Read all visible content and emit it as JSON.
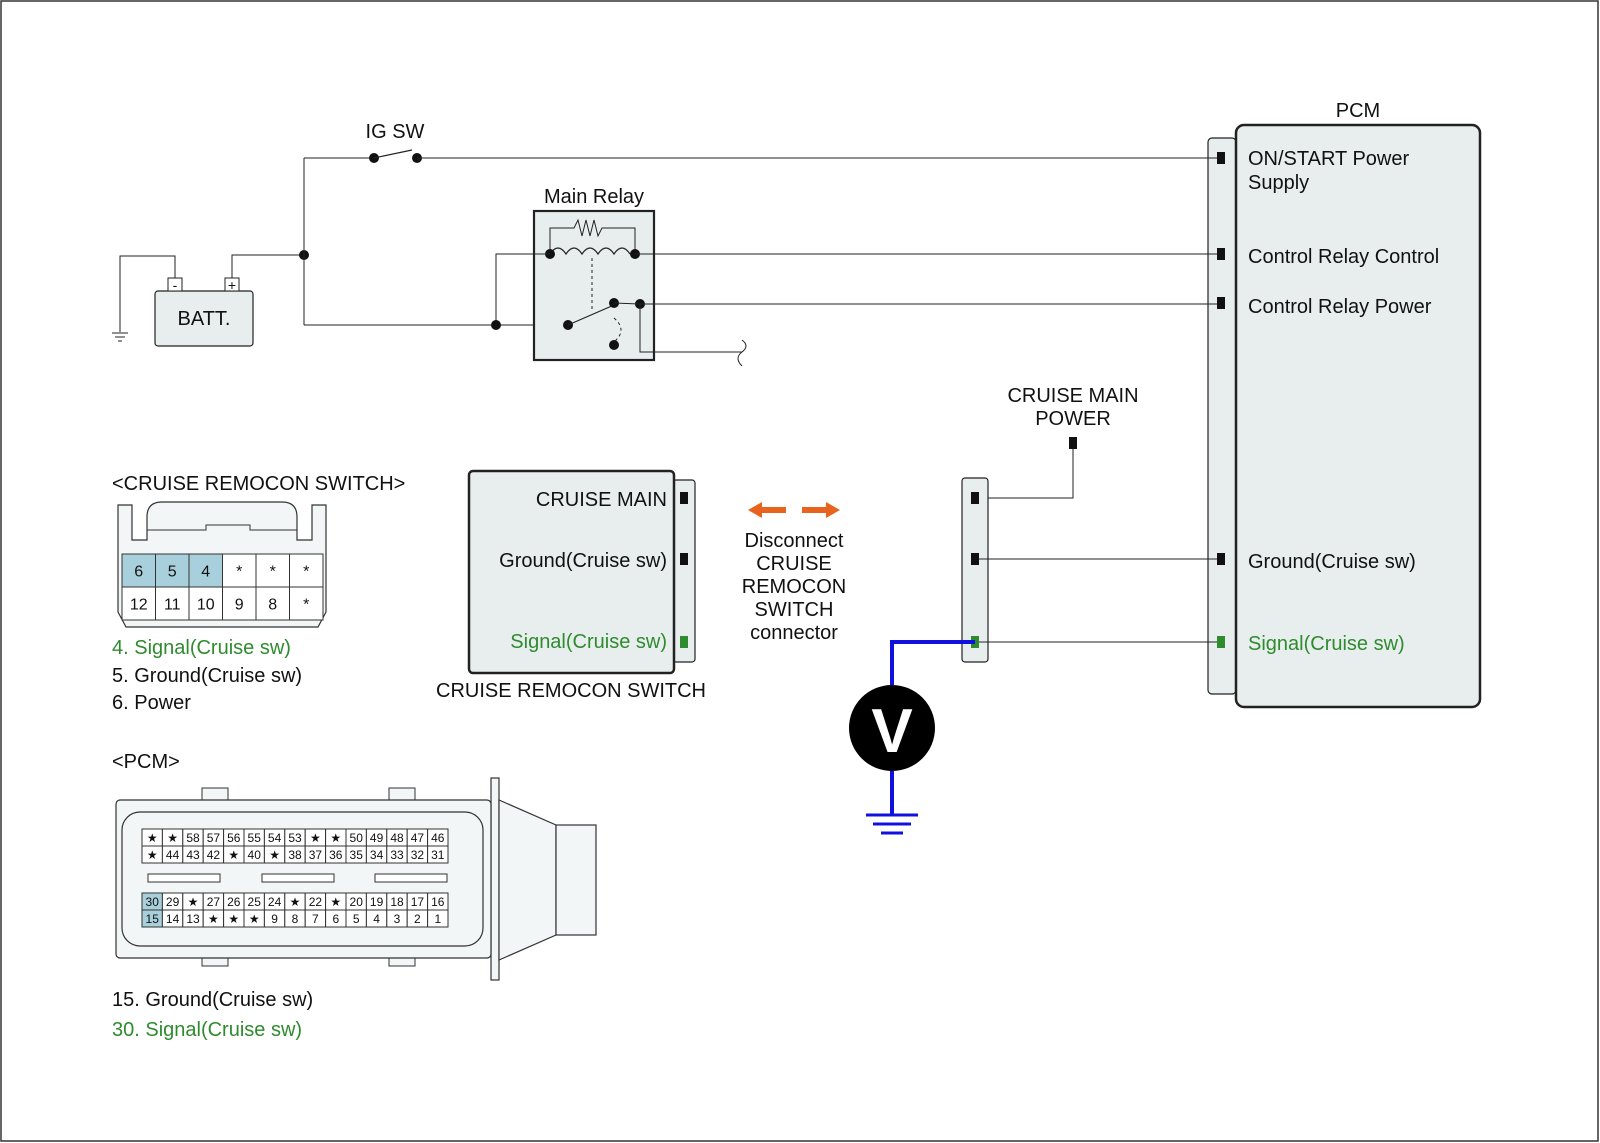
{
  "pcm_label": "PCM",
  "ig_sw": "IG SW",
  "main_relay": "Main Relay",
  "batt": "BATT.",
  "batt_minus": "-",
  "batt_plus": "+",
  "pcm_pins": {
    "on_start_1": "ON/START Power",
    "on_start_2": "Supply",
    "relay_control": "Control Relay Control",
    "relay_power": "Control Relay Power",
    "ground": "Ground(Cruise sw)",
    "signal": "Signal(Cruise sw)"
  },
  "cruise_main_power_1": "CRUISE MAIN",
  "cruise_main_power_2": "POWER",
  "switch_box": {
    "main": "CRUISE MAIN",
    "ground": "Ground(Cruise sw)",
    "signal": "Signal(Cruise sw)",
    "caption": "CRUISE REMOCON SWITCH"
  },
  "disconnect": [
    "Disconnect",
    "CRUISE",
    "REMOCON",
    "SWITCH",
    "connector"
  ],
  "voltmeter": "V",
  "remocon_connector": {
    "title": "<CRUISE REMOCON SWITCH>",
    "row1": [
      "6",
      "5",
      "4",
      "*",
      "*",
      "*"
    ],
    "row2": [
      "12",
      "11",
      "10",
      "9",
      "8",
      "*"
    ],
    "highlight": [
      "6",
      "5",
      "4"
    ],
    "legend": [
      "4. Signal(Cruise sw)",
      "5. Ground(Cruise sw)",
      "6. Power"
    ]
  },
  "pcm_connector": {
    "title": "<PCM>",
    "row1": [
      "★",
      "★",
      "58",
      "57",
      "56",
      "55",
      "54",
      "53",
      "★",
      "★",
      "50",
      "49",
      "48",
      "47",
      "46"
    ],
    "row2": [
      "★",
      "44",
      "43",
      "42",
      "★",
      "40",
      "★",
      "38",
      "37",
      "36",
      "35",
      "34",
      "33",
      "32",
      "31"
    ],
    "row3": [
      "30",
      "29",
      "★",
      "27",
      "26",
      "25",
      "24",
      "★",
      "22",
      "★",
      "20",
      "19",
      "18",
      "17",
      "16"
    ],
    "row4": [
      "15",
      "14",
      "13",
      "★",
      "★",
      "★",
      "9",
      "8",
      "7",
      "6",
      "5",
      "4",
      "3",
      "2",
      "1"
    ],
    "highlight": [
      "30",
      "15"
    ],
    "legend": [
      "15. Ground(Cruise sw)",
      "30. Signal(Cruise sw)"
    ]
  },
  "colors": {
    "highlight_cell": "#a8d0dc",
    "green_text": "#2e8b2e",
    "probe_wire": "#1010e0",
    "arrow": "#e8641e",
    "box_fill": "#e8eeee"
  }
}
